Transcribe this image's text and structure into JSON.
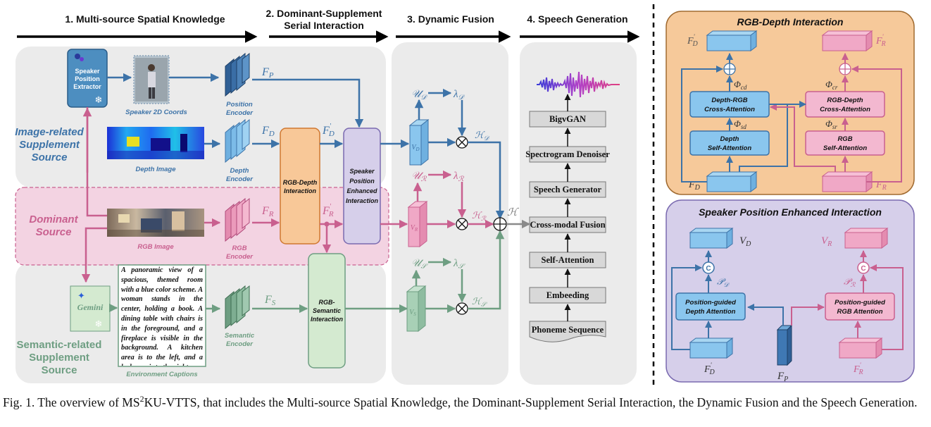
{
  "stages": [
    {
      "number": "1.",
      "title": "Multi-source Spatial Knowledge"
    },
    {
      "number": "2.",
      "title": "Dominant-Supplement",
      "title2": "Serial Interaction"
    },
    {
      "number": "3.",
      "title": "Dynamic Fusion"
    },
    {
      "number": "4.",
      "title": "Speech Generation"
    }
  ],
  "sources": {
    "image": [
      "Image-related",
      "Supplement",
      "Source"
    ],
    "dominant": [
      "Dominant",
      "Source"
    ],
    "semantic": [
      "Semantic-related",
      "Supplement",
      "Source"
    ]
  },
  "extractor": {
    "label": [
      "Speaker",
      "Position",
      "Extractor"
    ],
    "coords": "Speaker 2D Coords"
  },
  "images": {
    "depth": "Depth Image",
    "rgb": "RGB Image",
    "gemini": "Gemini"
  },
  "encoders": {
    "position": [
      "Position",
      "Encoder"
    ],
    "depth": [
      "Depth",
      "Encoder"
    ],
    "rgb": [
      "RGB",
      "Encoder"
    ],
    "semantic": [
      "Semantic",
      "Encoder"
    ]
  },
  "features": {
    "fp": "F",
    "fp_sub": "P",
    "fd": "F",
    "fd_sub": "D",
    "fr": "F",
    "fr_sub": "R",
    "fs": "F",
    "fs_sub": "S",
    "prime": "'"
  },
  "interaction_blocks": {
    "rgb_depth": [
      "RGB-Depth",
      "Interaction"
    ],
    "speaker": [
      "Speaker",
      "Position",
      "Enhanced",
      "Interaction"
    ],
    "rgb_semantic": [
      "RGB-",
      "Semantic",
      "Interaction"
    ]
  },
  "caption_text": "A panoramic view of a spacious, themed room with a blue color scheme. A woman stands in the center, holding a book. A dining table with chairs is in the foreground, and a fireplace is visible in the background. A kitchen area is to the left, and a bedroom is to the right.",
  "caption_label": "Environment Captions",
  "fusion": {
    "v": "V",
    "u": "𝒰",
    "lambda": "λ",
    "h": "ℋ",
    "sub_d": "D",
    "sub_r": "R",
    "sub_s": "S",
    "sub_d_cal": "𝒟",
    "sub_r_cal": "ℛ",
    "sub_s_cal": "𝒮",
    "otimes": "⊗",
    "oplus": "⊕"
  },
  "speech_pipeline": [
    "BigvGAN",
    "Spectrogram Denoiser",
    "Speech Generator",
    "Cross-modal Fusion",
    "Self-Attention",
    "Embeeding",
    "Phoneme Sequence"
  ],
  "rgb_depth_panel": {
    "title": "RGB-Depth Interaction",
    "cross_left": [
      "Depth-RGB",
      "Cross-Attention"
    ],
    "cross_right": [
      "RGB-Depth",
      "Cross-Attention"
    ],
    "self_left": [
      "Depth",
      "Self-Attention"
    ],
    "self_right": [
      "RGB",
      "Self-Attention"
    ],
    "phi": "Φ",
    "phi_cd": "cd",
    "phi_cr": "cr",
    "phi_sd": "sd",
    "phi_sr": "sr"
  },
  "sp_panel": {
    "title": "Speaker Position Enhanced Interaction",
    "attn_left": [
      "Position-guided",
      "Depth Attention"
    ],
    "attn_right": [
      "Position-guided",
      "RGB Attention"
    ],
    "concat": "C",
    "p": "𝒫"
  },
  "colors": {
    "blue": "#3d73a8",
    "pink": "#c9608f",
    "green": "#6e9e82",
    "orange_panel": "#f6c99a",
    "purple_panel": "#d6cfea",
    "gray_panel": "#ececec",
    "pink_panel": "#f3d3e2"
  },
  "figure_caption": {
    "prefix": "Fig. 1.  The overview of MS",
    "sup": "2",
    "rest": "KU-VTTS, that includes the Multi-source Spatial Knowledge, the Dominant-Supplement Serial Interaction, the Dynamic Fusion and the Speech Generation."
  }
}
